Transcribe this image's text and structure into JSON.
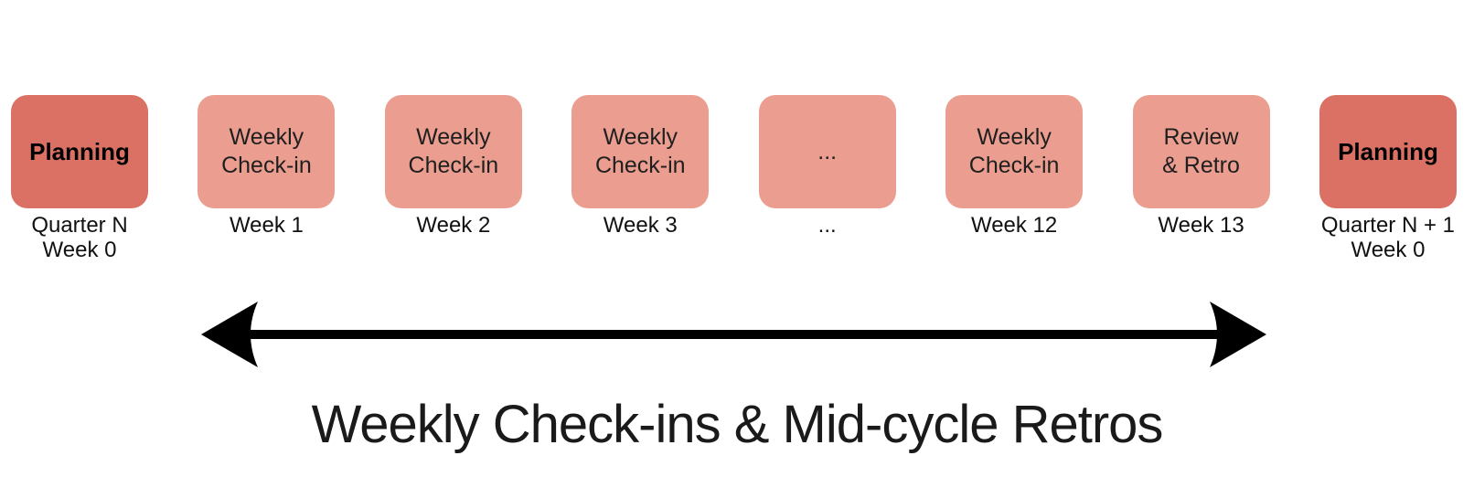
{
  "title": "Weekly Check-ins & Mid-cycle Retros",
  "colors": {
    "background": "#FFFFFF",
    "planning_box": "#DA7164",
    "weekly_box": "#EB9E90",
    "box_text": "#1F1F1F",
    "label_text": "#111111",
    "arrow": "#000000",
    "title_text": "#1A1A1A"
  },
  "timeline": {
    "boxes": [
      {
        "label": "Planning",
        "sublabel": "Quarter N\nWeek 0",
        "type": "planning"
      },
      {
        "label": "Weekly\nCheck-in",
        "sublabel": "Week 1",
        "type": "weekly"
      },
      {
        "label": "Weekly\nCheck-in",
        "sublabel": "Week 2",
        "type": "weekly"
      },
      {
        "label": "Weekly\nCheck-in",
        "sublabel": "Week 3",
        "type": "weekly"
      },
      {
        "label": "...",
        "sublabel": "...",
        "type": "ellipsis"
      },
      {
        "label": "Weekly\nCheck-in",
        "sublabel": "Week 12",
        "type": "weekly"
      },
      {
        "label": "Review\n& Retro",
        "sublabel": "Week 13",
        "type": "review"
      },
      {
        "label": "Planning",
        "sublabel": "Quarter N + 1\nWeek 0",
        "type": "planning"
      }
    ]
  },
  "arrow": {
    "type": "double-headed"
  }
}
